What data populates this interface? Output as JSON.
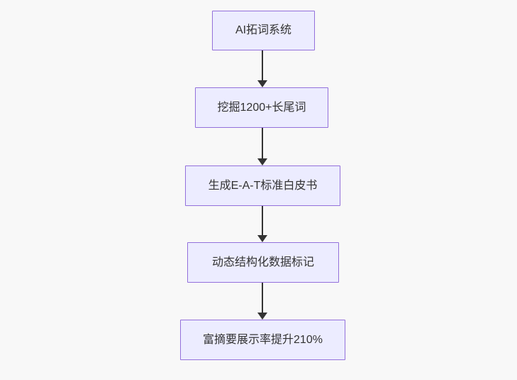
{
  "diagram": {
    "type": "flowchart",
    "direction": "top-down",
    "nodes": [
      {
        "id": "node-1",
        "label": "AI拓词系统"
      },
      {
        "id": "node-2",
        "label": "挖掘1200+长尾词"
      },
      {
        "id": "node-3",
        "label": "生成E-A-T标准白皮书"
      },
      {
        "id": "node-4",
        "label": "动态结构化数据标记"
      },
      {
        "id": "node-5",
        "label": "富摘要展示率提升210%"
      }
    ],
    "edges": [
      {
        "from": "node-1",
        "to": "node-2",
        "arrow": "down"
      },
      {
        "from": "node-2",
        "to": "node-3",
        "arrow": "down"
      },
      {
        "from": "node-3",
        "to": "node-4",
        "arrow": "down"
      },
      {
        "from": "node-4",
        "to": "node-5",
        "arrow": "down"
      }
    ],
    "colors": {
      "background": "#f8f8f8",
      "node_fill": "#ECECFF",
      "node_border": "#9370DB",
      "edge": "#333333",
      "text": "#333333"
    }
  }
}
